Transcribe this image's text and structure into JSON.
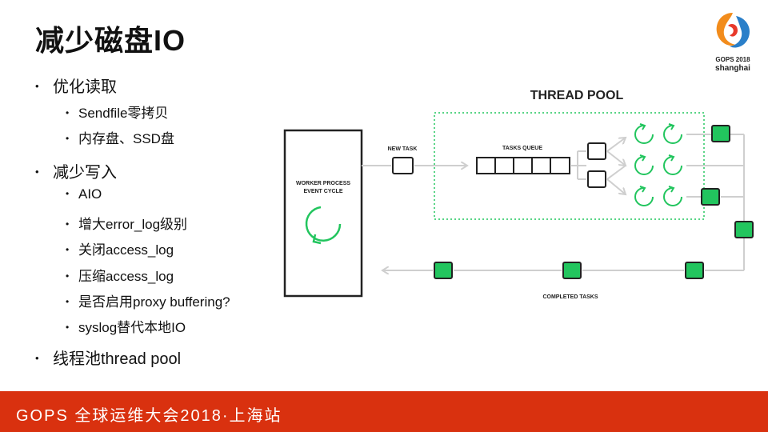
{
  "title": "减少磁盘IO",
  "logo": {
    "line1": "GOPS 2018",
    "line2": "shanghai"
  },
  "bullets": [
    {
      "level": 1,
      "text": "优化读取"
    },
    {
      "level": 2,
      "text": "Sendfile零拷贝"
    },
    {
      "level": 2,
      "text": "内存盘、SSD盘"
    },
    {
      "level": 1,
      "text": "减少写入"
    },
    {
      "level": 2,
      "text": "AIO"
    },
    {
      "level": 2,
      "text": "增大error_log级别"
    },
    {
      "level": 2,
      "text": "关闭access_log"
    },
    {
      "level": 2,
      "text": "压缩access_log"
    },
    {
      "level": 2,
      "text": "是否启用proxy buffering?"
    },
    {
      "level": 2,
      "text": "syslog替代本地IO"
    },
    {
      "level": 1,
      "text": "线程池thread pool"
    }
  ],
  "diagram": {
    "thread_pool_label": "THREAD POOL",
    "worker_label_1": "WORKER PROCESS",
    "worker_label_2": "EVENT CYCLE",
    "new_task_label": "NEW TASK",
    "tasks_queue_label": "TASKS QUEUE",
    "completed_label": "COMPLETED TASKS",
    "colors": {
      "green": "#22c55e",
      "gray": "#cfcfcf",
      "dark": "#222222"
    }
  },
  "footer": {
    "text": "GOPS 全球运维大会2018·上海站"
  }
}
